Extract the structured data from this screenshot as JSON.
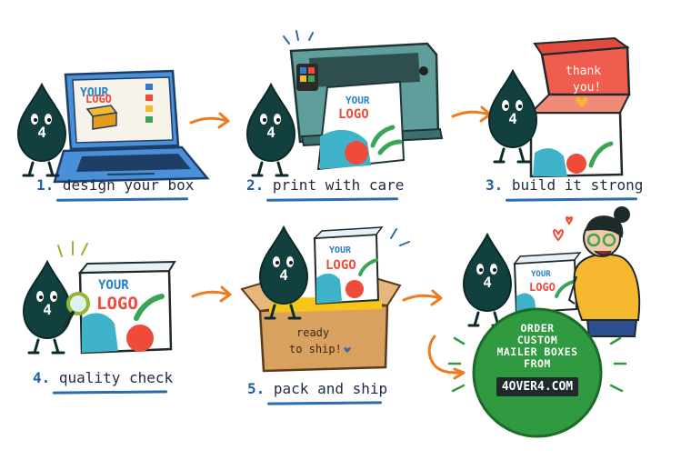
{
  "steps": [
    {
      "number": "1.",
      "label": "design your box"
    },
    {
      "number": "2.",
      "label": "print with care"
    },
    {
      "number": "3.",
      "label": "build it strong"
    },
    {
      "number": "4.",
      "label": "quality check"
    },
    {
      "number": "5.",
      "label": "pack and ship"
    }
  ],
  "mascot_badge": "4",
  "logo_your": "YOUR",
  "logo_logo": "LOGO",
  "thank_you_line1": "thank",
  "thank_you_line2": "you!",
  "ready_line1": "ready",
  "ready_line2": "to ship!",
  "cta": {
    "lines": [
      "ORDER",
      "CUSTOM",
      "MAILER BOXES",
      "FROM"
    ],
    "site": "4OVER4.COM"
  },
  "colors": {
    "mascot": "#12403f",
    "laptop": "#4a90d9",
    "printer": "#5f9e9b",
    "box_red": "#ef5d4f",
    "kraft": "#d9a15f",
    "cta_green": "#2f9a3f",
    "arrow": "#f07a1e",
    "logo_blue": "#2a7fc7",
    "logo_red": "#ee4b3a"
  }
}
